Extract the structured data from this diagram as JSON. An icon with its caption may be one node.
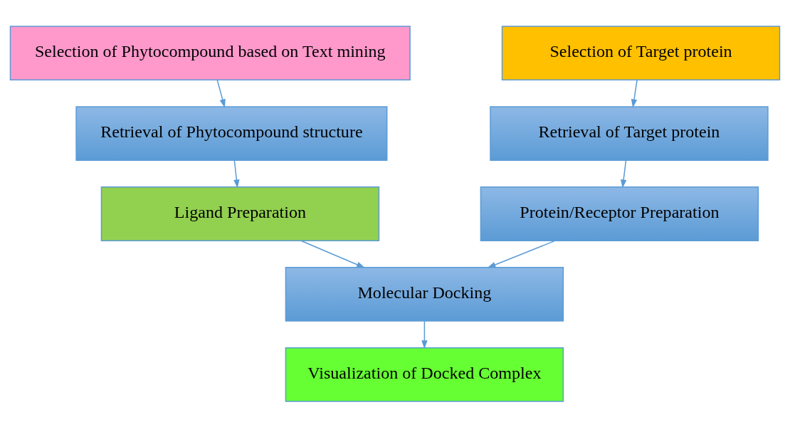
{
  "diagram": {
    "nodes": [
      {
        "text": [
          "Selection of Phytocompound based on Text mining"
        ]
      },
      {
        "text": [
          "Retrieval of Phytocompound structure"
        ]
      },
      {
        "text": [
          "Ligand Preparation"
        ]
      },
      {
        "text": [
          "Selection of Target protein"
        ]
      },
      {
        "text": [
          "Retrieval of Target protein"
        ]
      },
      {
        "text": [
          "Protein/Receptor Preparation"
        ]
      },
      {
        "text": [
          "Molecular Docking"
        ]
      },
      {
        "text": [
          "Visualization of Docked Complex"
        ]
      }
    ],
    "edges": [
      {
        "from": 0,
        "to": 1,
        "arrow": "to"
      },
      {
        "from": 1,
        "to": 2,
        "arrow": "to"
      },
      {
        "from": 3,
        "to": 4,
        "arrow": "to"
      },
      {
        "from": 4,
        "to": 5,
        "arrow": "to"
      },
      {
        "from": 2,
        "to": 6,
        "arrow": "to"
      },
      {
        "from": 5,
        "to": 6,
        "arrow": "to"
      },
      {
        "from": 6,
        "to": 7,
        "arrow": "to"
      }
    ]
  }
}
